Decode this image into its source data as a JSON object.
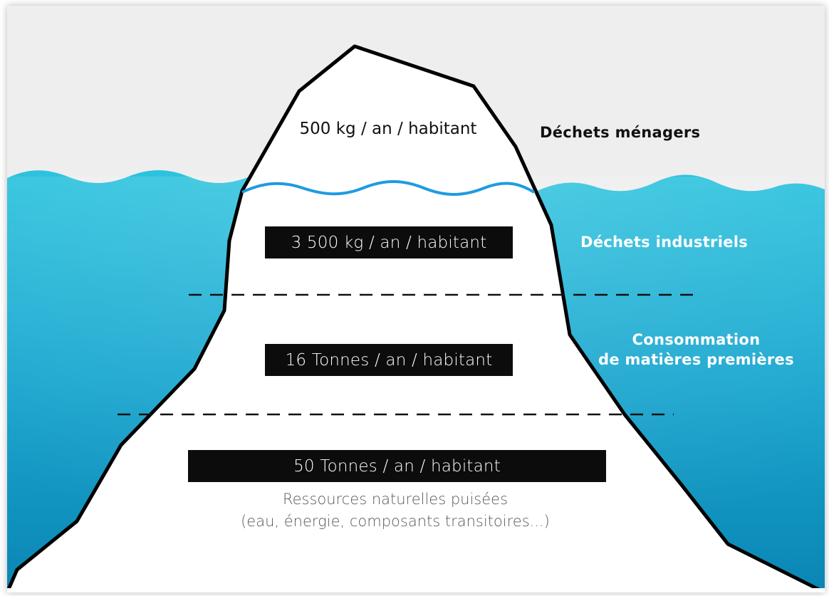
{
  "levels": [
    {
      "value": "500 kg / an / habitant",
      "category": "Déchets ménagers"
    },
    {
      "value": "3 500 kg / an / habitant",
      "category": "Déchets industriels"
    },
    {
      "value": "16 Tonnes / an / habitant",
      "category_line1": "Consommation",
      "category_line2": "de matières premières"
    },
    {
      "value": "50 Tonnes / an / habitant"
    }
  ],
  "resources": {
    "line1": "Ressources naturelles puisées",
    "line2": "(eau, énergie, composants transitoires...)"
  },
  "colors": {
    "sky": "#eeeeee",
    "water_top": "#2cc3de",
    "water_bottom": "#0a86b4",
    "waterline": "#1e9be0",
    "iceberg": "#ffffff",
    "outline": "#000000"
  }
}
